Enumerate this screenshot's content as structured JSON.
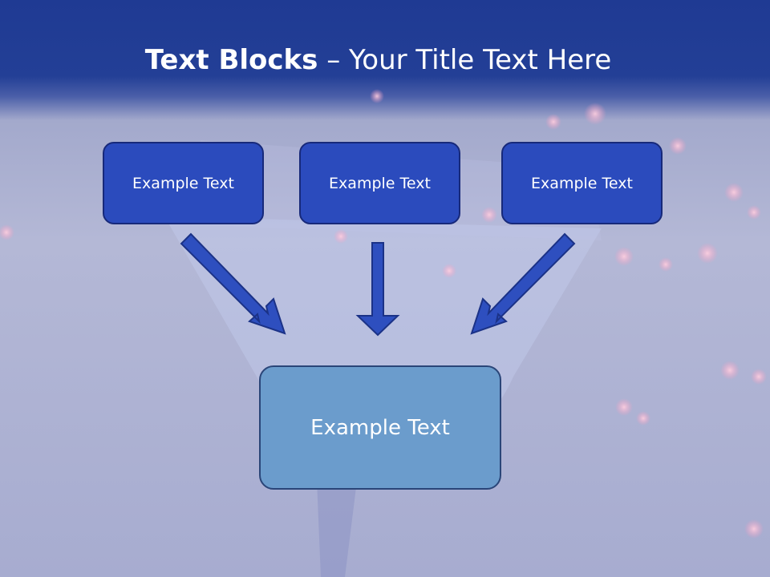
{
  "title": {
    "bold": "Text Blocks",
    "dash": " – ",
    "rest": "Your Title Text Here"
  },
  "blocks": {
    "top_left": "Example Text",
    "top_center": "Example Text",
    "top_right": "Example Text",
    "bottom": "Example Text"
  },
  "colors": {
    "header": "#1f3a93",
    "box_fill": "#2b4bbd",
    "box_border": "#17297a",
    "bottom_box_fill": "#6b9ccc",
    "arrow_fill": "#2e4fbf"
  }
}
